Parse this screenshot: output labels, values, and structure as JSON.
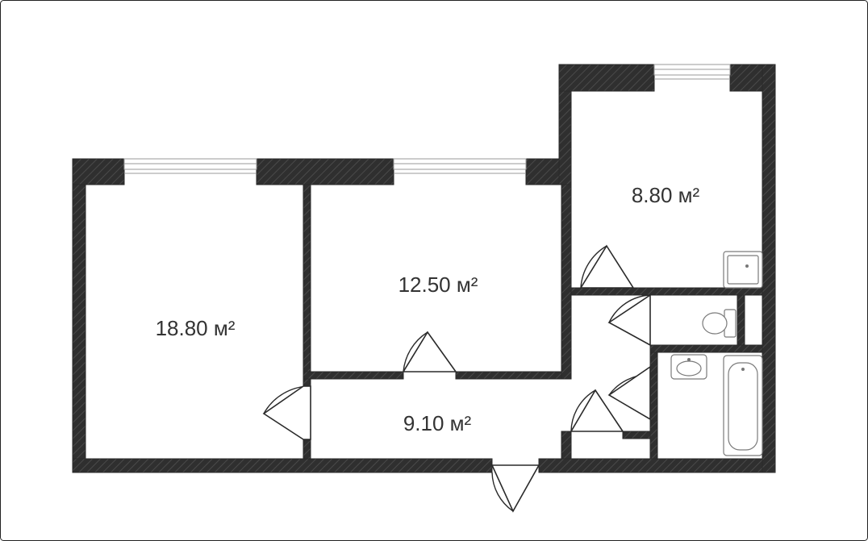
{
  "plan": {
    "rooms": [
      {
        "id": "living-room",
        "area_label": "18.80 м²"
      },
      {
        "id": "bedroom",
        "area_label": "12.50 м²"
      },
      {
        "id": "kitchen",
        "area_label": "8.80 м²"
      },
      {
        "id": "hallway",
        "area_label": "9.10 м²"
      }
    ],
    "fixtures": [
      "shower-tray",
      "toilet",
      "sink",
      "bathtub"
    ],
    "colors": {
      "wall": "#333333",
      "background": "#ffffff",
      "text": "#333333"
    }
  }
}
